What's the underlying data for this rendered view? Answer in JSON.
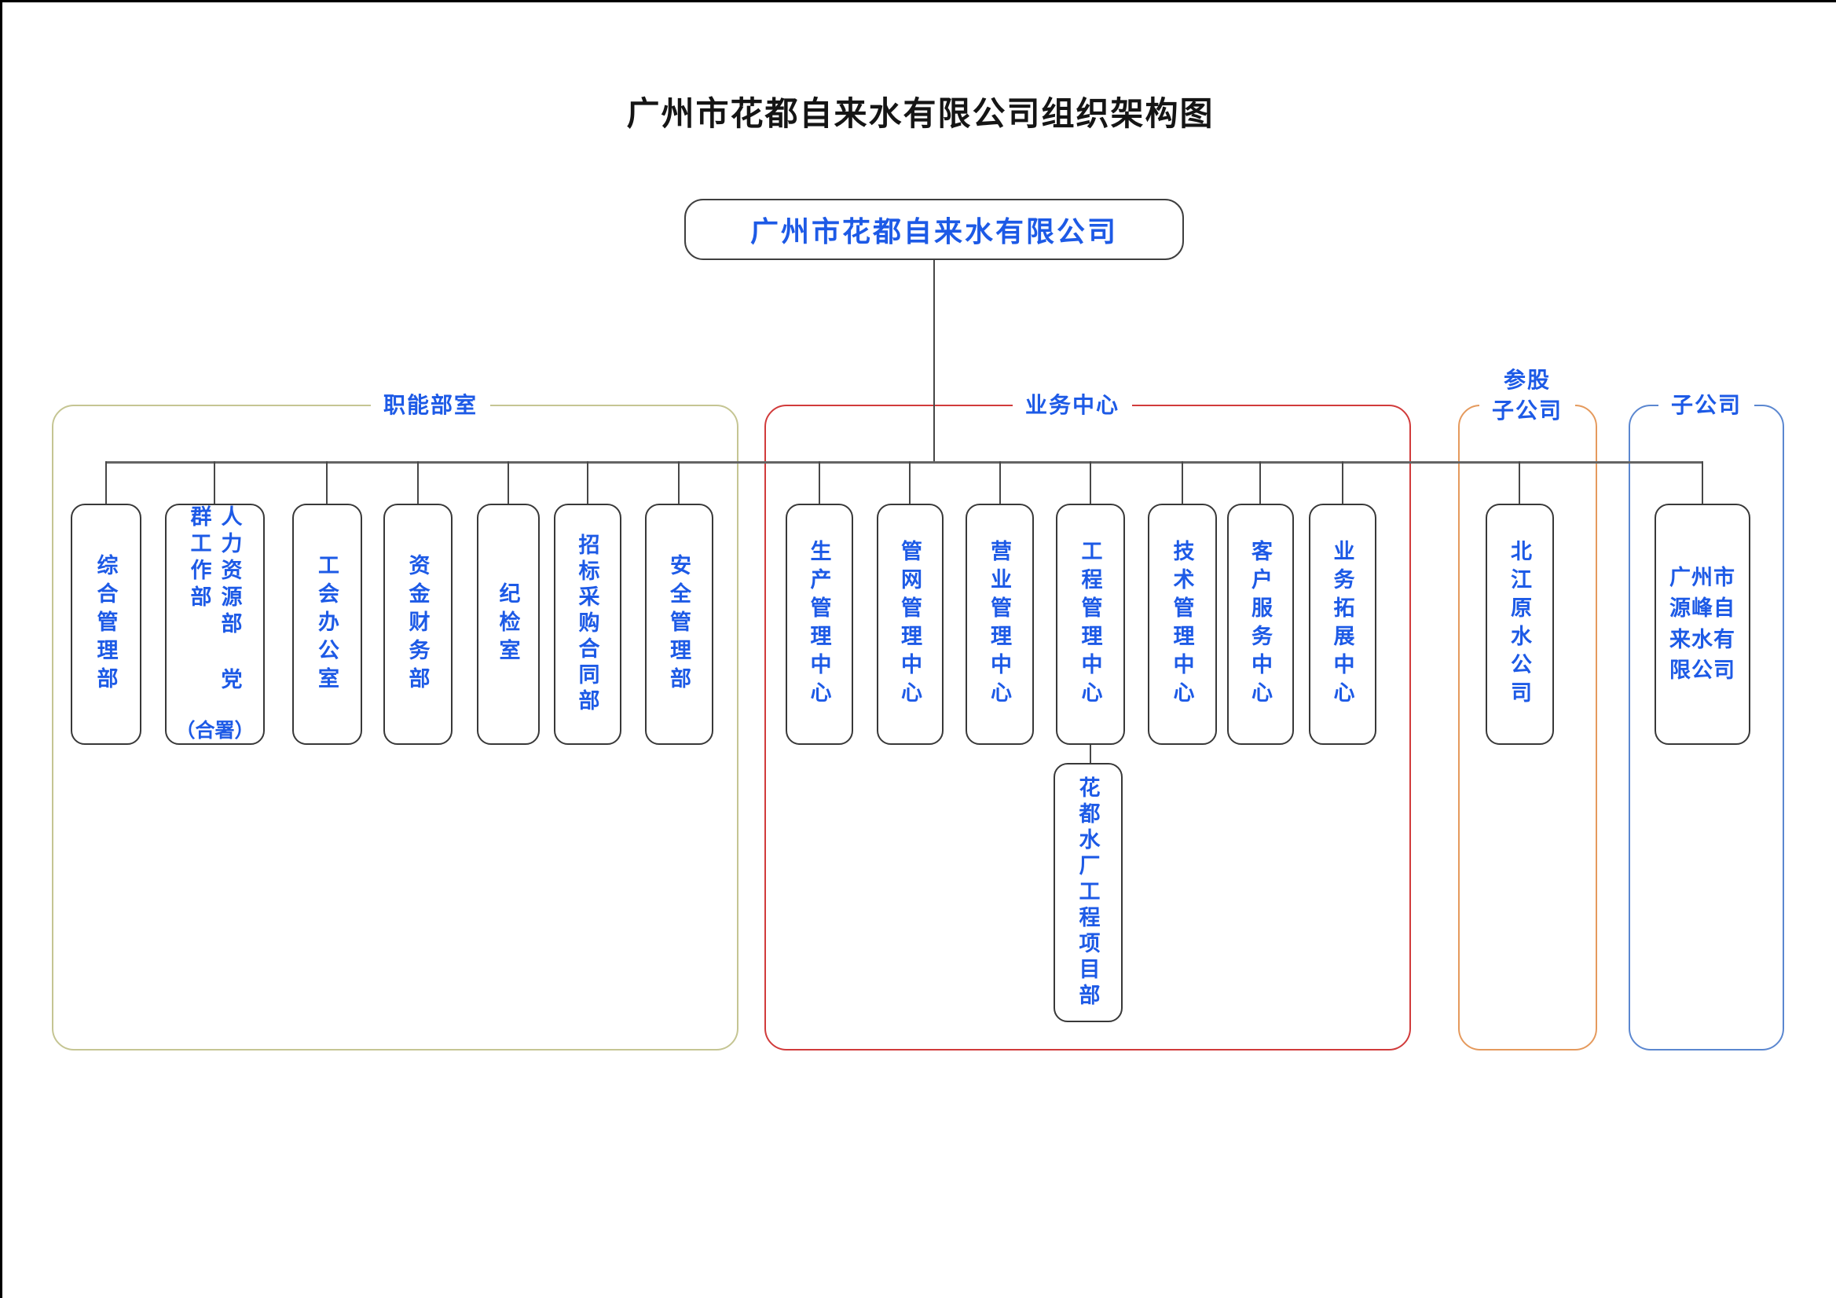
{
  "page_title": "广州市花都自来水有限公司组织架构图",
  "root": {
    "label": "广州市花都自来水有限公司"
  },
  "colors": {
    "node_text": "#1d5ae6",
    "functional_group_border": "#c5c593",
    "business_group_border": "#d13b3b",
    "invested_group_border": "#e59a5d",
    "subsidiary_group_border": "#5b87d0"
  },
  "groups": [
    {
      "id": "functional",
      "label": "职能部室",
      "items": [
        {
          "label": "综合管理部"
        },
        {
          "label_right_column": "人力资源部",
          "label_left_column": "党群工作部",
          "note": "（合署）"
        },
        {
          "label": "工会办公室"
        },
        {
          "label": "资金财务部"
        },
        {
          "label": "纪检室"
        },
        {
          "label": "招标采购合同部"
        },
        {
          "label": "安全管理部"
        }
      ]
    },
    {
      "id": "business",
      "label": "业务中心",
      "items": [
        {
          "label": "生产管理中心"
        },
        {
          "label": "管网管理中心"
        },
        {
          "label": "营业管理中心"
        },
        {
          "label": "工程管理中心",
          "child": {
            "label": "花都水厂工程项目部"
          }
        },
        {
          "label": "技术管理中心"
        },
        {
          "label": "客户服务中心"
        },
        {
          "label": "业务拓展中心"
        }
      ]
    },
    {
      "id": "invested",
      "label": "参股\n子公司",
      "items": [
        {
          "label": "北江原水公司"
        }
      ]
    },
    {
      "id": "subsidiary",
      "label": "子公司",
      "items": [
        {
          "label": "广州市源峰自来水有限公司"
        }
      ]
    }
  ]
}
